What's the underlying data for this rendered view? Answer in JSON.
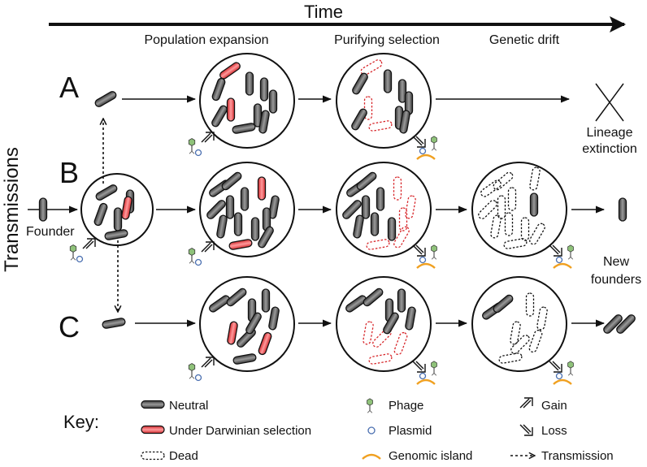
{
  "time_label": "Time",
  "axis_label": "Transmissions",
  "phases": [
    "Population expansion",
    "Purifying selection",
    "Genetic drift"
  ],
  "rows": [
    {
      "letter": "A",
      "outcome": [
        "Lineage",
        "extinction"
      ]
    },
    {
      "letter": "B",
      "start_label": "Founder",
      "outcome": [
        "New",
        "founders"
      ]
    },
    {
      "letter": "C"
    }
  ],
  "key": {
    "heading": "Key:",
    "items": [
      {
        "label": "Neutral",
        "icon": "neutral-cell-icon"
      },
      {
        "label": "Under Darwinian selection",
        "icon": "selected-cell-icon"
      },
      {
        "label": "Dead",
        "icon": "dead-cell-icon"
      },
      {
        "label": "Phage",
        "icon": "phage-icon"
      },
      {
        "label": "Plasmid",
        "icon": "plasmid-icon"
      },
      {
        "label": "Genomic island",
        "icon": "genomic-island-icon"
      },
      {
        "label": "Gain",
        "icon": "gain-arrow-icon"
      },
      {
        "label": "Loss",
        "icon": "loss-arrow-icon"
      },
      {
        "label": "Transmission",
        "icon": "transmission-arrow-icon"
      }
    ]
  },
  "colors": {
    "neutral_fill": "#6b6b6b",
    "selected_fill": "#e8474a",
    "dead_stroke": "#d7262a",
    "phage": "#8fc27a",
    "plasmid": "#4a6fb0",
    "island": "#f0a020",
    "ink": "#111111"
  }
}
